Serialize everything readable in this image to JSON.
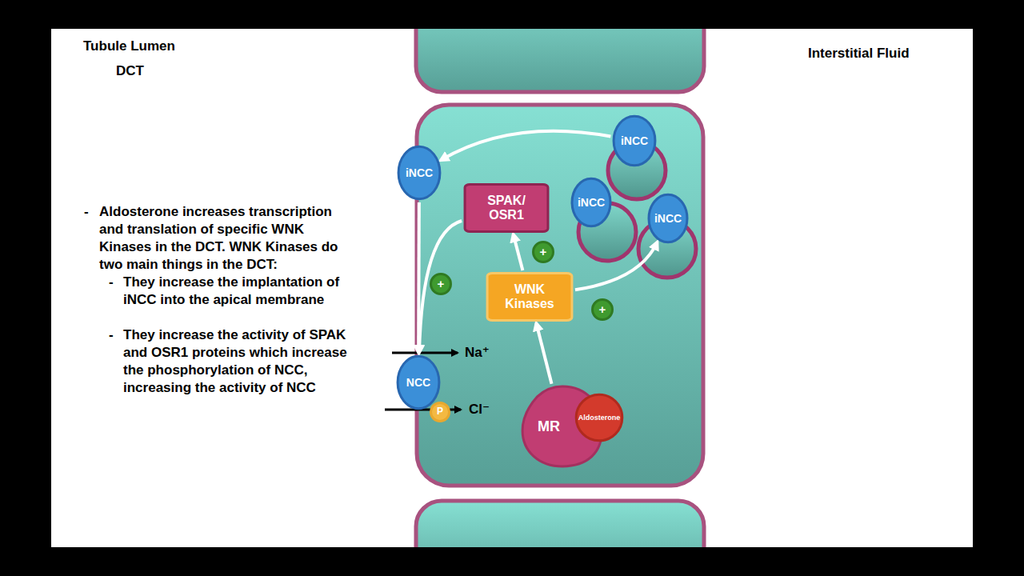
{
  "diagram": {
    "nodes": [
      {
        "text": [
          "iNCC"
        ]
      },
      {
        "text": [
          "SPAK/ OSR1"
        ]
      },
      {
        "text": [
          "iNCC"
        ]
      },
      {
        "text": [
          "iNCC"
        ]
      },
      {
        "text": [
          "iNCC"
        ]
      },
      {
        "text": [
          "+"
        ]
      },
      {
        "text": [
          "+"
        ]
      },
      {
        "text": [
          "WNK Kinases"
        ]
      },
      {
        "text": [
          "+"
        ]
      },
      {
        "text": [
          "NCC"
        ]
      },
      {
        "text": [
          "P"
        ]
      },
      {
        "text": [
          "MR"
        ]
      },
      {
        "text": [
          "Aldosterone"
        ]
      }
    ],
    "edges": [
      {
        "from": 2,
        "to": 0,
        "arrow": "to"
      },
      {
        "from": 0,
        "to": 9,
        "arrow": "to"
      },
      {
        "from": 1,
        "to": 9,
        "arrow": "to"
      },
      {
        "from": 7,
        "to": 1,
        "arrow": "to"
      },
      {
        "from": 7,
        "to": 4,
        "arrow": "to"
      },
      {
        "from": 11,
        "to": 7,
        "arrow": "to"
      }
    ],
    "labels": [
      "Tubule Lumen",
      "DCT",
      "Interstitial Fluid",
      "-",
      "Aldosterone increases transcription and translation of specific WNK Kinases in the DCT. WNK Kinases do two main things in the DCT:",
      "-",
      "They increase the implantation of iNCC into the apical membrane",
      "-",
      "They increase the activity of SPAK and OSR1 proteins which increase the phosphorylation of NCC, increasing the activity of NCC",
      "Na⁺",
      "Cl⁻"
    ]
  }
}
